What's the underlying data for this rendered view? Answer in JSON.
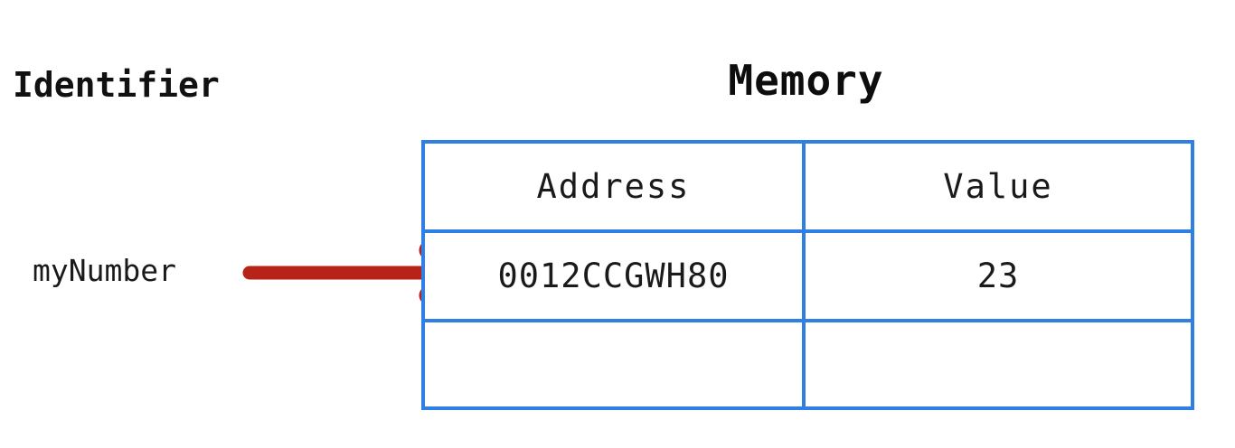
{
  "diagram": {
    "background_color": "#ffffff",
    "identifier_column": {
      "heading": "Identifier",
      "variable_name": "myNumber"
    },
    "memory_panel": {
      "title": "Memory",
      "border_color": "#2f7fe4",
      "columns": [
        "Address",
        "Value"
      ],
      "rows": [
        {
          "address": "0012CCGWH80",
          "value": "23"
        },
        {
          "address": "",
          "value": ""
        }
      ]
    },
    "arrow": {
      "name": "points-to-arrow",
      "color": "#b82318",
      "direction": "right",
      "from": "myNumber",
      "to": "0012CCGWH80"
    }
  }
}
